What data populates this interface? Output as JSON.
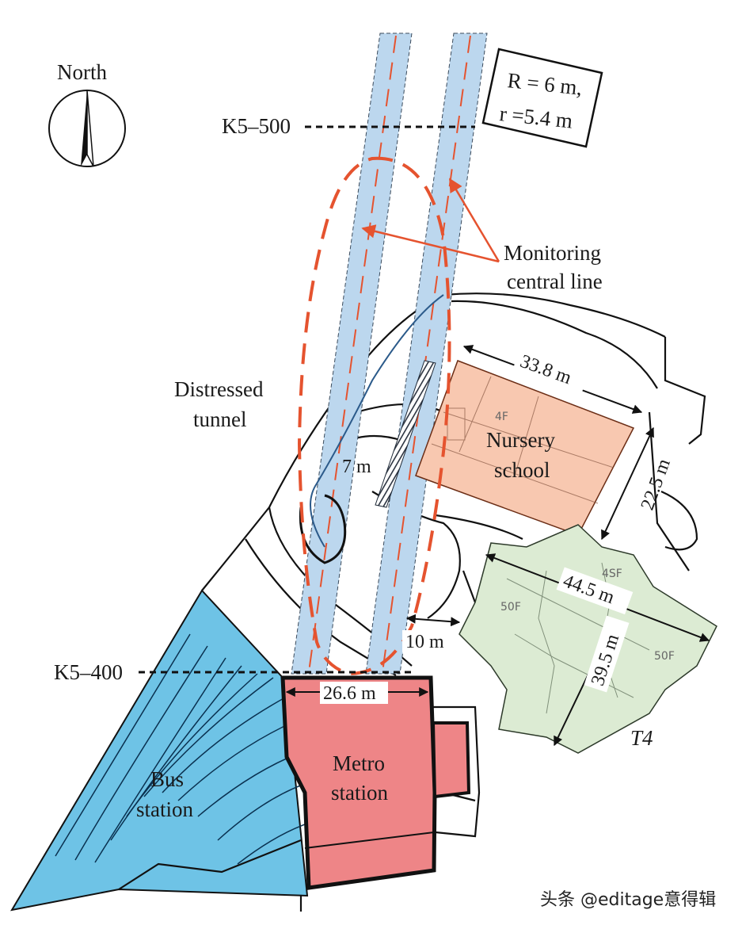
{
  "compass": {
    "label": "North"
  },
  "chainage": {
    "upper": "K5–500",
    "lower": "K5–400"
  },
  "tunnel_spec": {
    "line1": "R = 6 m,",
    "line2": "r =5.4 m"
  },
  "labels": {
    "monitoring_1": "Monitoring",
    "monitoring_2": "central line",
    "distressed_1": "Distressed",
    "distressed_2": "tunnel",
    "nursery_1": "Nursery",
    "nursery_2": "school",
    "metro_1": "Metro",
    "metro_2": "station",
    "bus_1": "Bus",
    "bus_2": "station",
    "t4": "T4"
  },
  "dimensions": {
    "nursery_length": "33.8 m",
    "nursery_width": "22.5 m",
    "t4_length": "44.5 m",
    "t4_width": "39.5 m",
    "gap_nursery": "7 m",
    "gap_t4": "10 m",
    "metro_width": "26.6 m"
  },
  "floor_marks": {
    "nursery": "4F",
    "t4_a": "4SF",
    "t4_b": "50F",
    "t4_c": "50F"
  },
  "watermark": "头条 @editage意得辑",
  "colors": {
    "tunnel": "#bcd7ee",
    "centerline": "#e5532f",
    "nursery": "#f8c8b0",
    "t4": "#dcebd3",
    "metro": "#ee8587",
    "bus": "#6ec3e6",
    "outline": "#111111"
  }
}
